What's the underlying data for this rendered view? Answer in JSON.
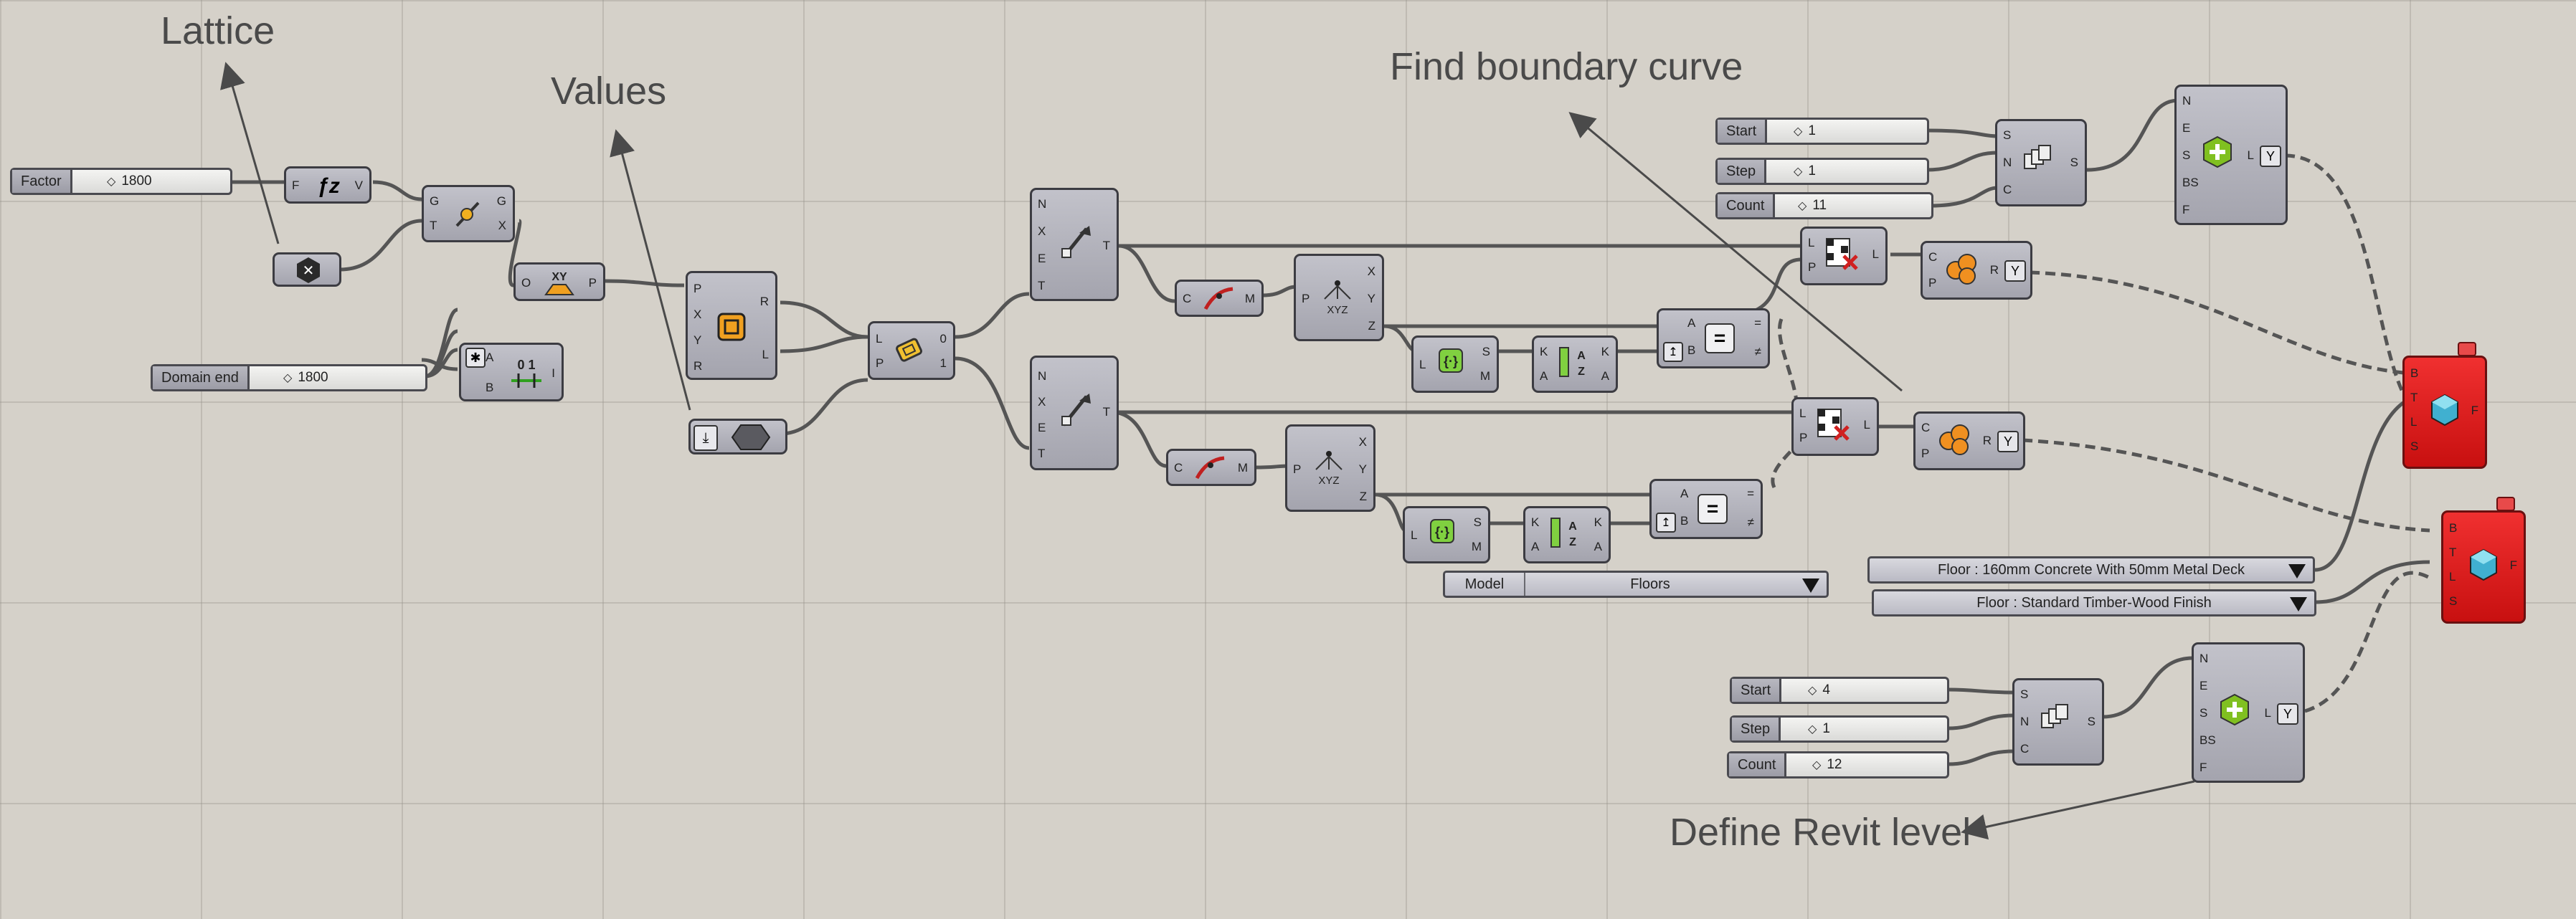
{
  "annotations": {
    "lattice": "Lattice",
    "values": "Values",
    "find_boundary_curve": "Find boundary curve",
    "define_revit_level": "Define Revit level"
  },
  "sliders": {
    "factor": {
      "label": "Factor",
      "value": "1800"
    },
    "domain_end": {
      "label": "Domain end",
      "value": "1800"
    },
    "start_top": {
      "label": "Start",
      "value": "1"
    },
    "step_top": {
      "label": "Step",
      "value": "1"
    },
    "count_top": {
      "label": "Count",
      "value": "11"
    },
    "start_bottom": {
      "label": "Start",
      "value": "4"
    },
    "step_bottom": {
      "label": "Step",
      "value": "1"
    },
    "count_bottom": {
      "label": "Count",
      "value": "12"
    }
  },
  "value_lists": {
    "model": {
      "label": "Model",
      "value": "Floors"
    },
    "floor_type_1": {
      "value": "Floor : 160mm Concrete With 50mm Metal Deck"
    },
    "floor_type_2": {
      "value": "Floor : Standard Timber-Wood Finish"
    }
  },
  "ports": {
    "fz": {
      "in": [
        "F"
      ],
      "out": [
        "V"
      ]
    },
    "graft": {
      "in": [
        "G",
        "T"
      ],
      "out": [
        "G",
        "X"
      ]
    },
    "plane": {
      "in": [
        "O"
      ],
      "out": [
        "P"
      ]
    },
    "rect": {
      "in": [
        "P",
        "X",
        "Y",
        "R"
      ],
      "out": [
        "R",
        "L"
      ]
    },
    "domain": {
      "in": [
        "A",
        "B"
      ],
      "out": [
        "I"
      ]
    },
    "split": {
      "in": [
        "L",
        "P"
      ],
      "out": [
        "0",
        "1"
      ]
    },
    "shatter1": {
      "in": [
        "N",
        "X",
        "E",
        "T"
      ],
      "out": [
        "T"
      ]
    },
    "shatter2": {
      "in": [
        "N",
        "X",
        "E",
        "T"
      ],
      "out": [
        "T"
      ]
    },
    "cen1": {
      "in": [
        "C"
      ],
      "out": [
        "M"
      ]
    },
    "cen2": {
      "in": [
        "C"
      ],
      "out": [
        "M"
      ]
    },
    "dec1": {
      "in": [
        "P"
      ],
      "out": [
        "X",
        "Y",
        "Z"
      ]
    },
    "dec2": {
      "in": [
        "P"
      ],
      "out": [
        "X",
        "Y",
        "Z"
      ]
    },
    "list1": {
      "in": [
        "L"
      ],
      "out": [
        "S",
        "M"
      ]
    },
    "list2": {
      "in": [
        "L"
      ],
      "out": [
        "S",
        "M"
      ]
    },
    "sort1": {
      "in": [
        "K",
        "A"
      ],
      "out": [
        "K",
        "A"
      ]
    },
    "sort2": {
      "in": [
        "K",
        "A"
      ],
      "out": [
        "K",
        "A"
      ]
    },
    "eq1": {
      "in": [
        "A",
        "B"
      ],
      "out": [
        "=",
        "≠"
      ]
    },
    "eq2": {
      "in": [
        "A",
        "B"
      ],
      "out": [
        "=",
        "≠"
      ]
    },
    "cull1": {
      "in": [
        "L",
        "P"
      ],
      "out": [
        "L"
      ]
    },
    "cull2": {
      "in": [
        "L",
        "P"
      ],
      "out": [
        "L"
      ]
    },
    "reg1": {
      "in": [
        "C",
        "P"
      ],
      "out": [
        "R"
      ]
    },
    "reg2": {
      "in": [
        "C",
        "P"
      ],
      "out": [
        "R"
      ]
    },
    "series1": {
      "in": [
        "S",
        "N",
        "C"
      ],
      "out": [
        "S"
      ]
    },
    "series2": {
      "in": [
        "S",
        "N",
        "C"
      ],
      "out": [
        "S"
      ]
    },
    "level1": {
      "in": [
        "N",
        "E",
        "S",
        "BS",
        "F"
      ],
      "out": [
        "L"
      ]
    },
    "level2": {
      "in": [
        "N",
        "E",
        "S",
        "BS",
        "F"
      ],
      "out": [
        "L"
      ]
    },
    "floor1": {
      "in": [
        "B",
        "T",
        "L",
        "S"
      ],
      "out": [
        "F"
      ]
    },
    "floor2": {
      "in": [
        "B",
        "T",
        "L",
        "S"
      ],
      "out": [
        "F"
      ]
    }
  },
  "colors": {
    "canvas": "#d5d1c9",
    "component": "#b4b4bc",
    "revit_component": "#e02020",
    "wire": "#5a5a5a"
  }
}
